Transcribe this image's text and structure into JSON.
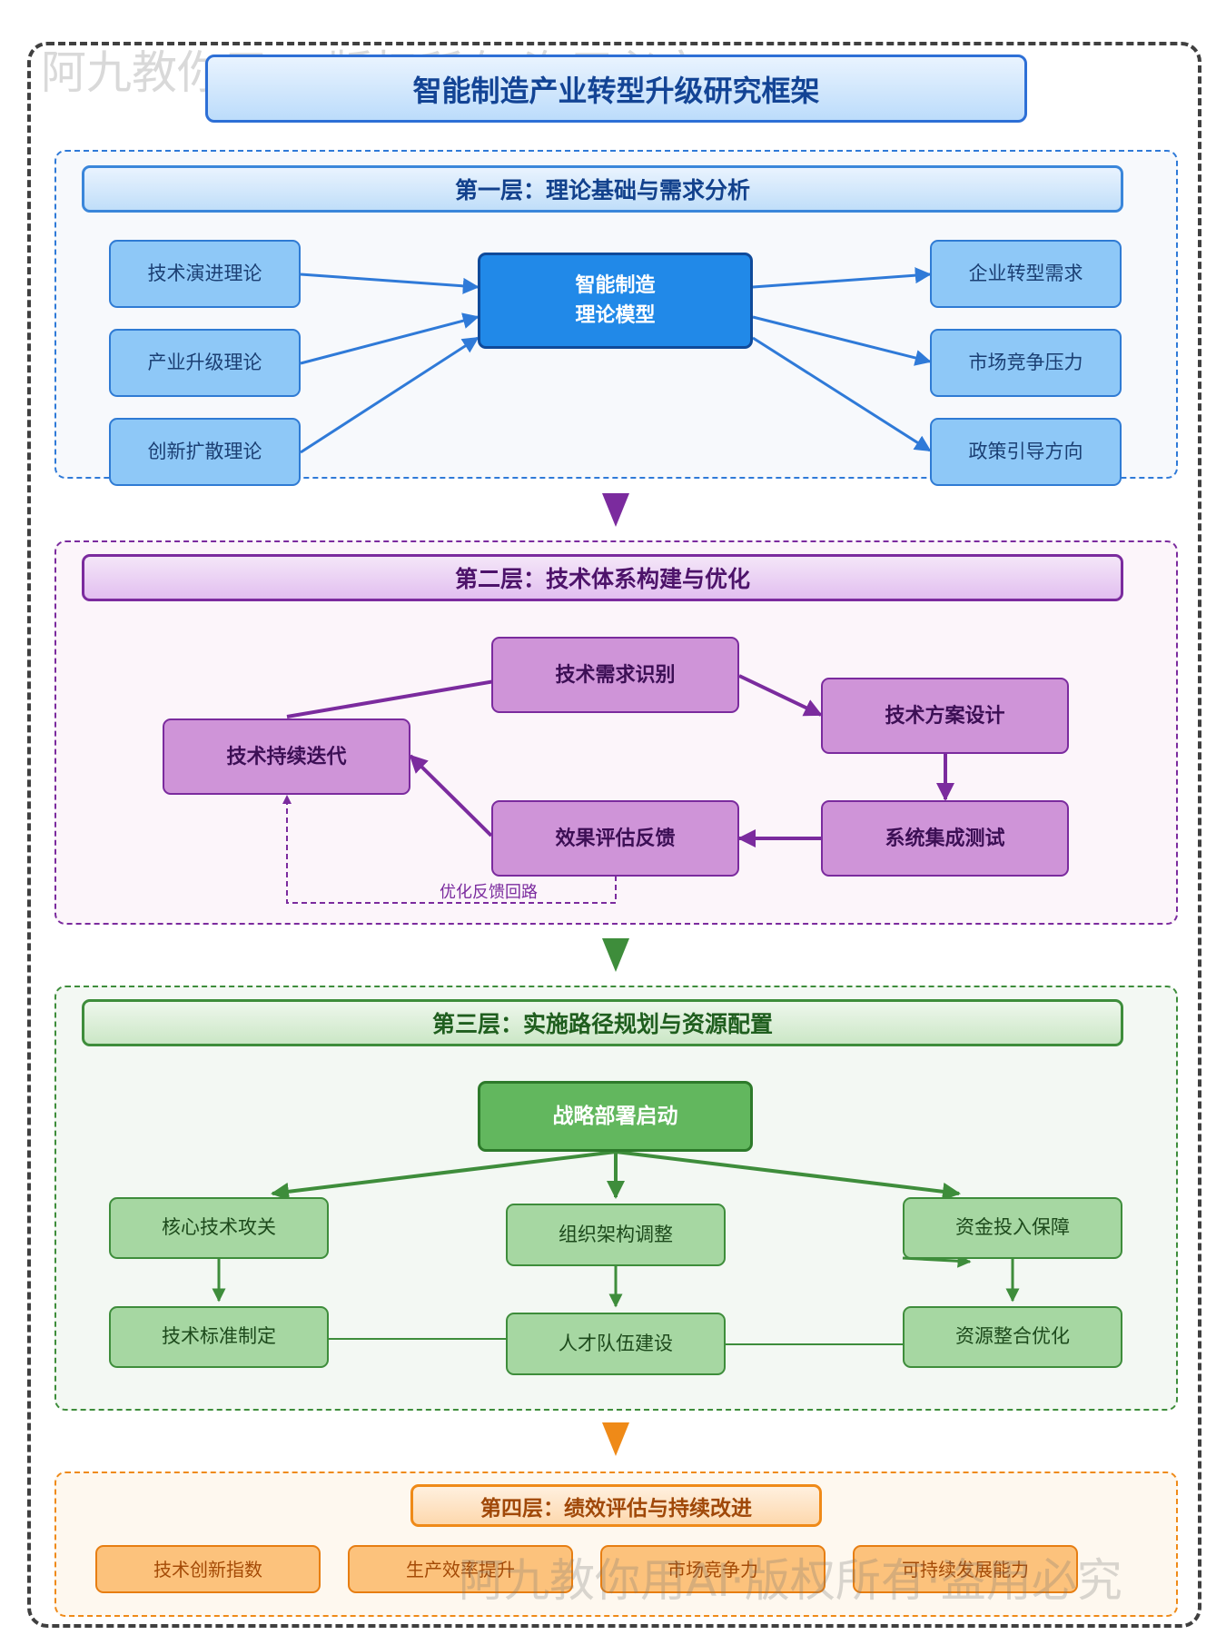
{
  "title": "智能制造产业转型升级研究框架",
  "watermark": {
    "top": "阿九教你用AI·版权所有·盗用必究",
    "bottom": "阿九教你用AI·版权所有·盗用必究"
  },
  "layer1": {
    "title": "第一层：理论基础与需求分析",
    "inputs": [
      "技术演进理论",
      "产业升级理论",
      "创新扩散理论"
    ],
    "core_line1": "智能制造",
    "core_line2": "理论模型",
    "outputs": [
      "企业转型需求",
      "市场竞争压力",
      "政策引导方向"
    ]
  },
  "layer2": {
    "title": "第二层：技术体系构建与优化",
    "nodes": [
      "技术需求识别",
      "技术方案设计",
      "系统集成测试",
      "效果评估反馈",
      "技术持续迭代"
    ],
    "loop_label": "优化反馈回路"
  },
  "layer3": {
    "title": "第三层：实施路径规划与资源配置",
    "core": "战略部署启动",
    "branches": [
      "核心技术攻关",
      "组织架构调整",
      "资金投入保障"
    ],
    "subs": [
      "技术标准制定",
      "人才队伍建设",
      "资源整合优化"
    ]
  },
  "layer4": {
    "title": "第四层：绩效评估与持续改进",
    "metrics": [
      "技术创新指数",
      "生产效率提升",
      "市场竞争力",
      "可持续发展能力"
    ]
  },
  "colors": {
    "layer1": "#2f7ad8",
    "layer2": "#7b2b9e",
    "layer3": "#3e8d3b",
    "layer4": "#ef8a18"
  }
}
